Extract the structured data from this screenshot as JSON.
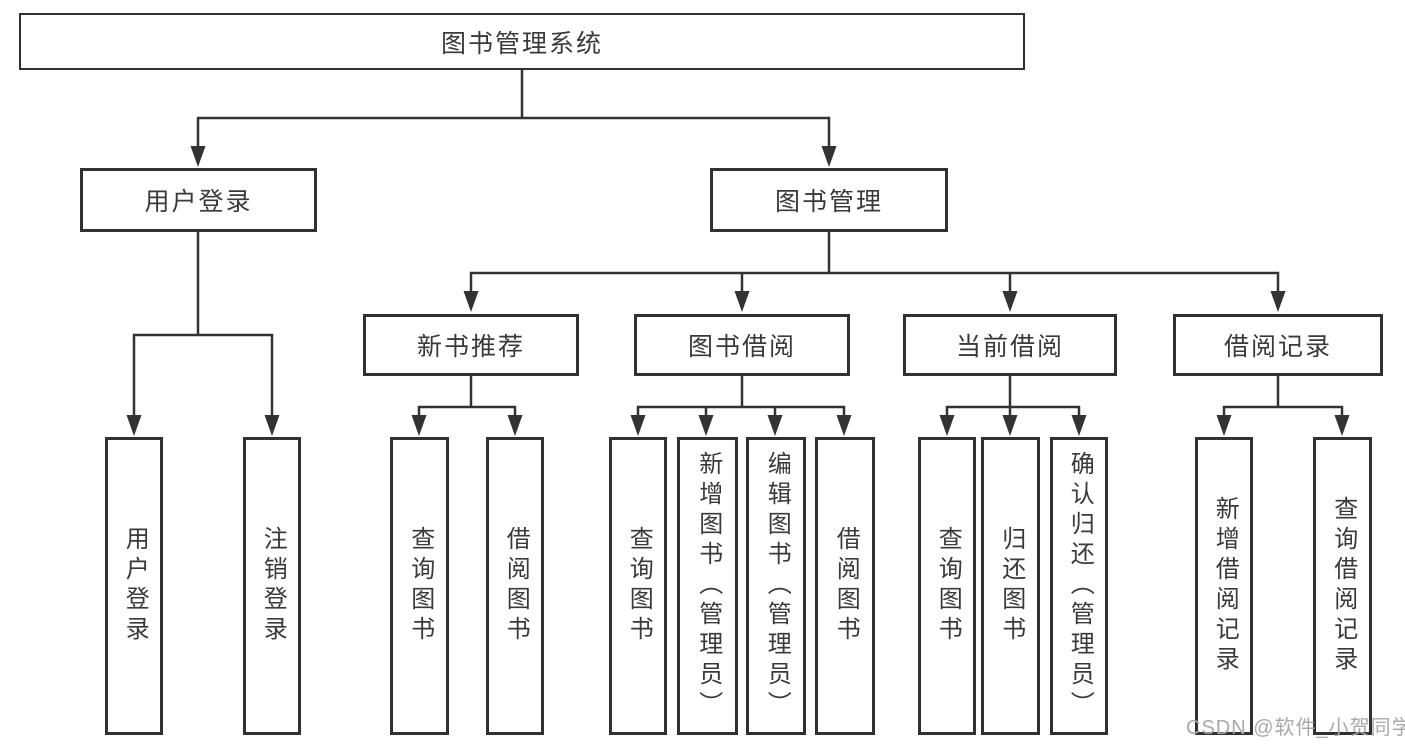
{
  "diagram_type": "hierarchy-tree",
  "tree": {
    "root": {
      "label": "图书管理系统",
      "children": [
        {
          "label": "用户登录",
          "children": [
            {
              "label": "用户登录"
            },
            {
              "label": "注销登录"
            }
          ]
        },
        {
          "label": "图书管理",
          "children": [
            {
              "label": "新书推荐",
              "children": [
                {
                  "label": "查询图书"
                },
                {
                  "label": "借阅图书"
                }
              ]
            },
            {
              "label": "图书借阅",
              "children": [
                {
                  "label": "查询图书"
                },
                {
                  "label": "新增图书（管理员）"
                },
                {
                  "label": "编辑图书（管理员）"
                },
                {
                  "label": "借阅图书"
                }
              ]
            },
            {
              "label": "当前借阅",
              "children": [
                {
                  "label": "查询图书"
                },
                {
                  "label": "归还图书"
                },
                {
                  "label": "确认归还（管理员）"
                }
              ]
            },
            {
              "label": "借阅记录",
              "children": [
                {
                  "label": "新增借阅记录"
                },
                {
                  "label": "查询借阅记录"
                }
              ]
            }
          ]
        }
      ]
    }
  },
  "watermark": {
    "text": "CSDN @软件_小贺同学"
  },
  "colors": {
    "line": "#333333",
    "box_border": "#313131",
    "text": "#3a3a3a",
    "watermark": "#a9a9a9",
    "background": "#ffffff"
  }
}
